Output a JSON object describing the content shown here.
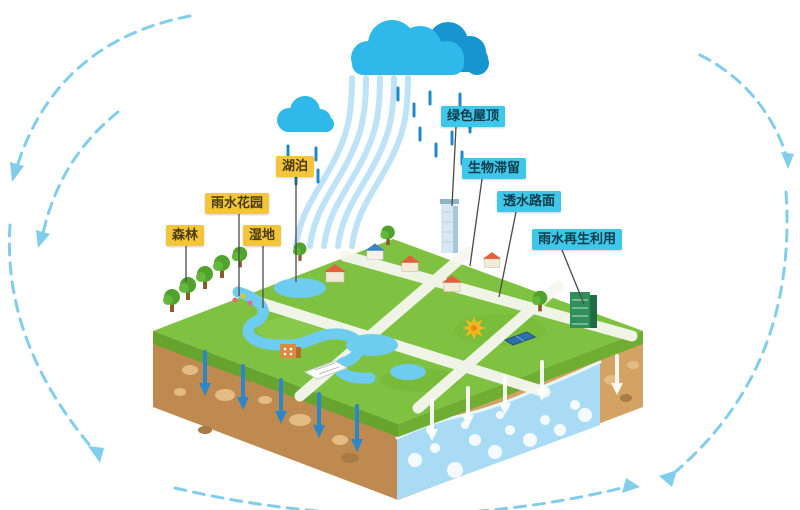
{
  "diagram_type": "sponge-city-water-cycle",
  "labels": {
    "left": [
      {
        "id": "forest",
        "text": "森林"
      },
      {
        "id": "rain-garden",
        "text": "雨水花园"
      },
      {
        "id": "wetland",
        "text": "湿地"
      },
      {
        "id": "lake",
        "text": "湖泊"
      }
    ],
    "right": [
      {
        "id": "green-roof",
        "text": "绿色屋顶"
      },
      {
        "id": "bio-retention",
        "text": "生物滞留"
      },
      {
        "id": "permeable-pavement",
        "text": "透水路面"
      },
      {
        "id": "rainwater-reuse",
        "text": "雨水再生利用"
      }
    ]
  },
  "colors": {
    "label_yellow": "#F2C53D",
    "label_cyan": "#3EC7E9",
    "cloud_blue": "#2FB9EA",
    "cloud_blue_dark": "#1695D1",
    "rain_stream": "#BFE3F6",
    "raindrop": "#1E88C9",
    "grass_green": "#7FC241",
    "grass_rim": "#66A42F",
    "soil_light": "#D4A263",
    "soil_dark": "#BF8A4F",
    "surface_water": "#6FCCF1",
    "groundwater": "#A9DCF4",
    "arc_blue": "#82CDEB",
    "road_white": "#F7F7F0"
  },
  "icons": {
    "large_rain_cloud": "cloud-with-rain",
    "small_rain_cloud": "cloud-with-rain",
    "water_cycle_arcs": "dashed-circular-arrows",
    "infiltration_arrow": "down-arrow"
  }
}
